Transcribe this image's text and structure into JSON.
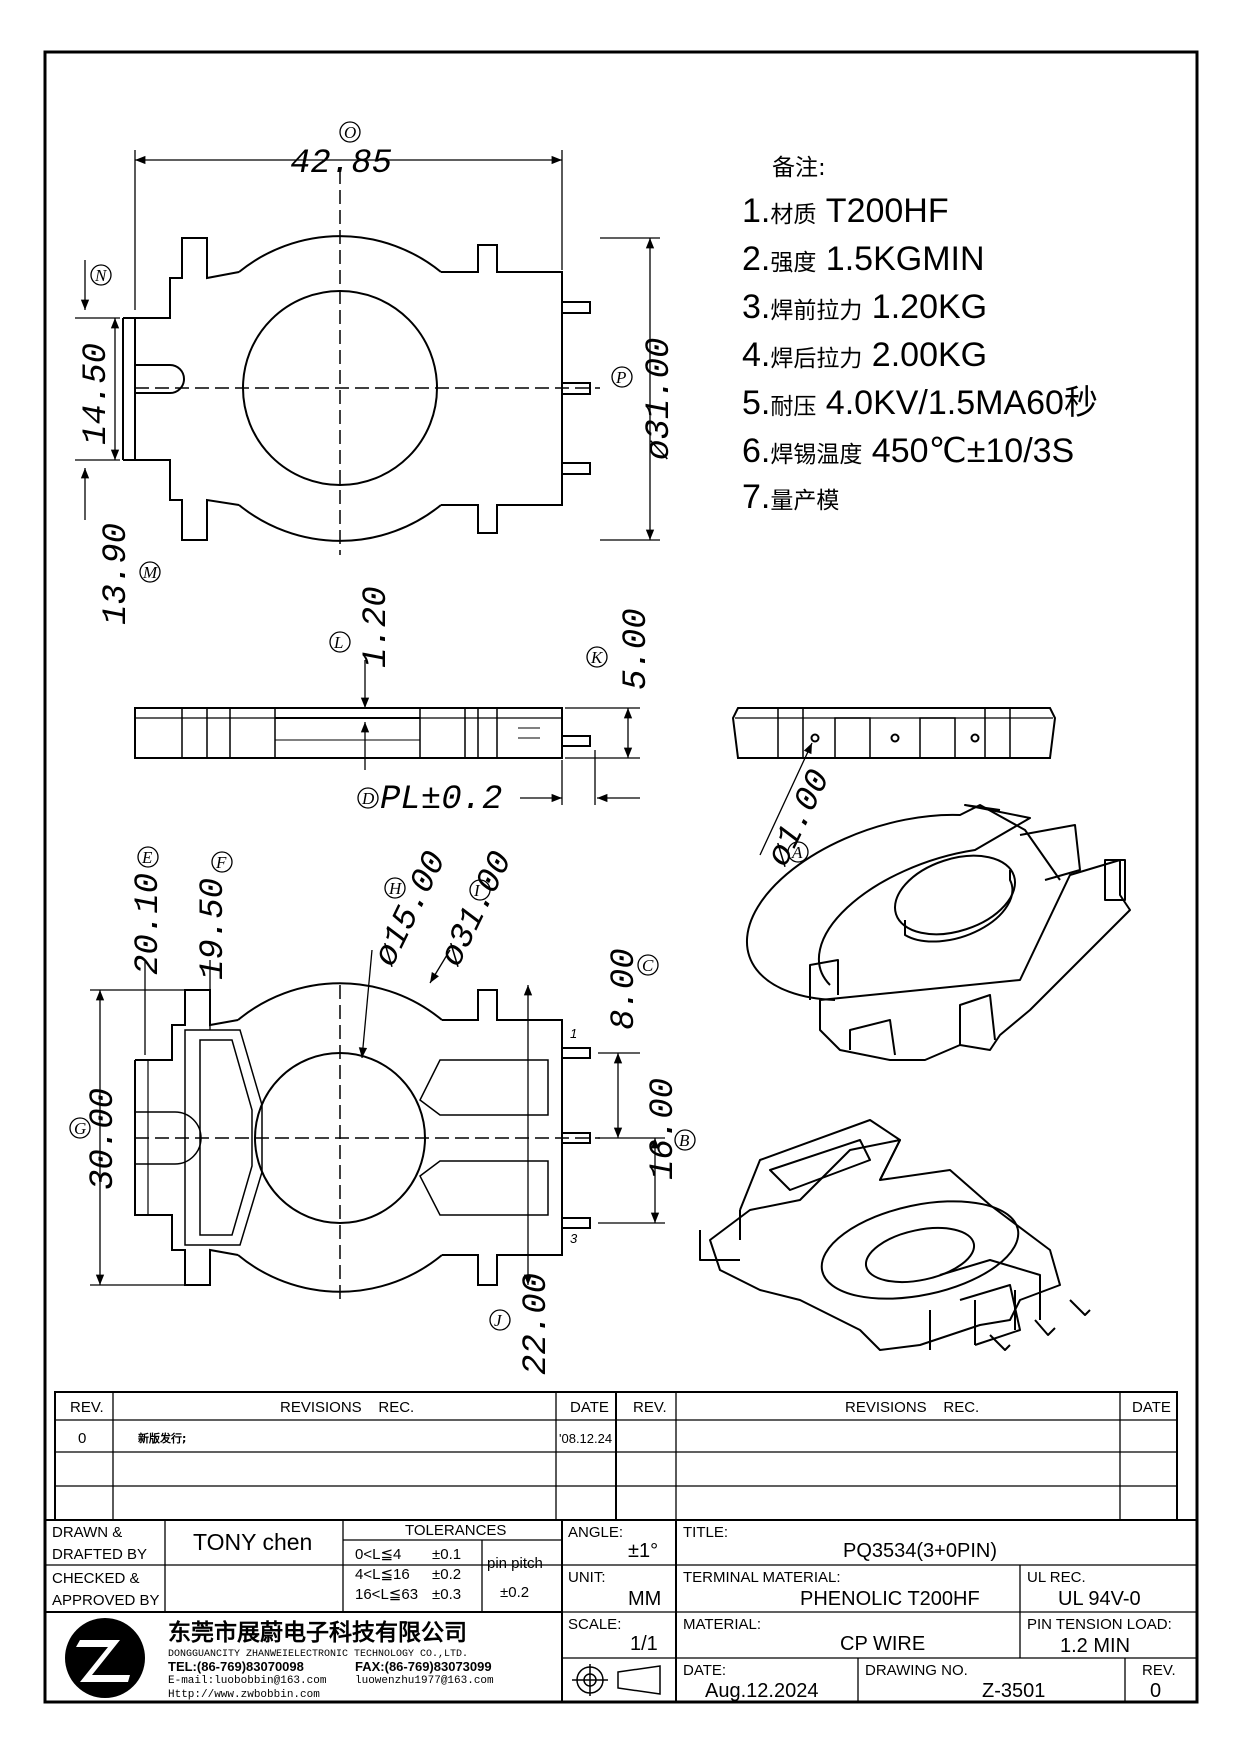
{
  "notes": {
    "heading": "备注:",
    "items": [
      {
        "num": "1.",
        "label": "材质",
        "value": "T200HF"
      },
      {
        "num": "2.",
        "label": "强度",
        "value": "1.5KGMIN"
      },
      {
        "num": "3.",
        "label": "焊前拉力",
        "value": "1.20KG"
      },
      {
        "num": "4.",
        "label": "焊后拉力",
        "value": "2.00KG"
      },
      {
        "num": "5.",
        "label": "耐压",
        "value": "4.0KV/1.5MA60秒"
      },
      {
        "num": "6.",
        "label": "焊锡温度",
        "value": "450℃±10/3S"
      },
      {
        "num": "7.",
        "label": "量产模",
        "value": ""
      }
    ]
  },
  "dimensions": {
    "width_top": "42.85",
    "width_top_ref": "O",
    "height_top": "ø31.00",
    "height_top_ref": "P",
    "slot_height": "14.50",
    "slot_offset": "13.90",
    "slot_offset_ref": "M",
    "slot_width_ref": "N",
    "base_thickness": "1.20",
    "base_thickness_ref": "L",
    "pin_length": "5.00",
    "pin_length_ref": "K",
    "pin_len_tol": "PL±0.2",
    "pin_len_tol_ref": "D",
    "pin_dia": "ø1.00",
    "pin_dia_ref": "A",
    "dim_e": "20.10",
    "dim_e_ref": "E",
    "dim_f": "19.50",
    "dim_f_ref": "F",
    "bore": "ø15.00",
    "bore_ref": "H",
    "outer": "ø31.00",
    "outer_ref": "I",
    "height_bottom": "30.00",
    "height_bottom_ref": "G",
    "pin_pitch": "8.00",
    "pin_pitch_ref": "C",
    "pin_span": "16.00",
    "pin_span_ref": "B",
    "body_width": "22.00",
    "body_width_ref": "J",
    "pin1": "1",
    "pin3": "3"
  },
  "revisions": {
    "headers": {
      "rev": "REV.",
      "rec": "REVISIONS    REC.",
      "date": "DATE"
    },
    "rows": [
      {
        "rev": "0",
        "rec": "新版发行;",
        "date": "'08.12.24"
      }
    ]
  },
  "titleblock": {
    "drawn_label": "DRAWN &\nDRAFTED BY",
    "drawn_value": "TONY chen",
    "checked_label": "CHECKED &\nAPPROVED BY",
    "tol_title": "TOLERANCES",
    "tol_rows": [
      {
        "range": "0<L≦4",
        "tol": "±0.1"
      },
      {
        "range": "4<L≦16",
        "tol": "±0.2"
      },
      {
        "range": "16<L≦63",
        "tol": "±0.3"
      }
    ],
    "pitch_label": "pin pitch",
    "pitch_tol": "±0.2",
    "angle_label": "ANGLE:",
    "angle_value": "±1°",
    "unit_label": "UNIT:",
    "unit_value": "MM",
    "scale_label": "SCALE:",
    "scale_value": "1/1",
    "title_label": "TITLE:",
    "title_value": "PQ3534(3+0PIN)",
    "terminal_label": "TERMINAL MATERIAL:",
    "terminal_value": "PHENOLIC T200HF",
    "ul_label": "UL REC.",
    "ul_value": "UL 94V-0",
    "material_label": "MATERIAL:",
    "material_value": "CP WIRE",
    "tension_label": "PIN TENSION LOAD:",
    "tension_value": "1.2 MIN",
    "date_label": "DATE:",
    "date_value": "Aug.12.2024",
    "drawing_label": "DRAWING NO.",
    "drawing_value": "Z-3501",
    "rev_label": "REV.",
    "rev_value": "0"
  },
  "company": {
    "name_cn": "东莞市展蔚电子科技有限公司",
    "name_en": "DONGGUANCITY ZHANWEIELECTRONIC TECHNOLOGY CO.,LTD.",
    "tel": "TEL:(86-769)83070098",
    "fax": "FAX:(86-769)83073099",
    "email": "E-mail:luobobbin@163.com",
    "email2": "luowenzhu1977@163.com",
    "web": "Http://www.zwbobbin.com"
  }
}
